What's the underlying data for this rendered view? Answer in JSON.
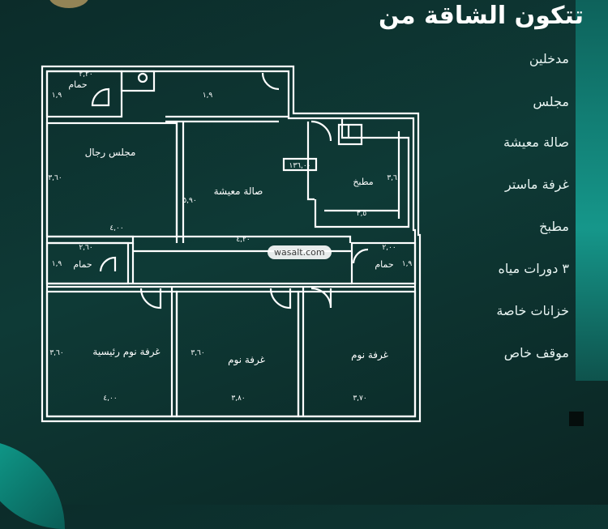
{
  "header": {
    "title": "تتكون الشاقة من"
  },
  "features": [
    "مدخلين",
    "مجلس",
    "صالة معيشة",
    "غرفة ماستر",
    "مطبخ",
    "٣ دورات مياه",
    "خزانات خاصة",
    "موقف خاص"
  ],
  "rooms": {
    "bath_top_left": "حمام",
    "majlis": "مجلس رجال",
    "living": "صالة معيشة",
    "kitchen": "مطبخ",
    "bath_mid_left": "حمام",
    "bath_mid_right": "حمام",
    "master_bedroom": "غرفة نوم رئيسية",
    "bedroom_2": "غرفة نوم",
    "bedroom_3": "غرفة نوم"
  },
  "area_label": "١٣٦,٠٠",
  "dimensions": {
    "bath_tl_w": "٢,٢٠",
    "bath_tl_h": "١,٩",
    "corridor_h": "١,٩",
    "majlis_h": "٣,٦٠",
    "majlis_w": "٤,٠٠",
    "living_h": "٥,٩٠",
    "living_w": "٤,٢٠",
    "kitchen_h": "٣,٦٠",
    "kitchen_w": "٣,٥",
    "bath_ml_w": "٢,٦٠",
    "bath_ml_h": "١,٩",
    "bath_mr_w": "٢,٠٠",
    "bath_mr_h": "١,٩",
    "master_h": "٣,٦٠",
    "master_w": "٤,٠٠",
    "bed2_h": "٣,٦٠",
    "bed2_w": "٣,٨٠",
    "bed3_w": "٣,٧٠"
  },
  "watermark": "wasalt.com",
  "colors": {
    "background": "#0c2c2a",
    "accent": "#17a89a",
    "line": "#ffffff"
  }
}
